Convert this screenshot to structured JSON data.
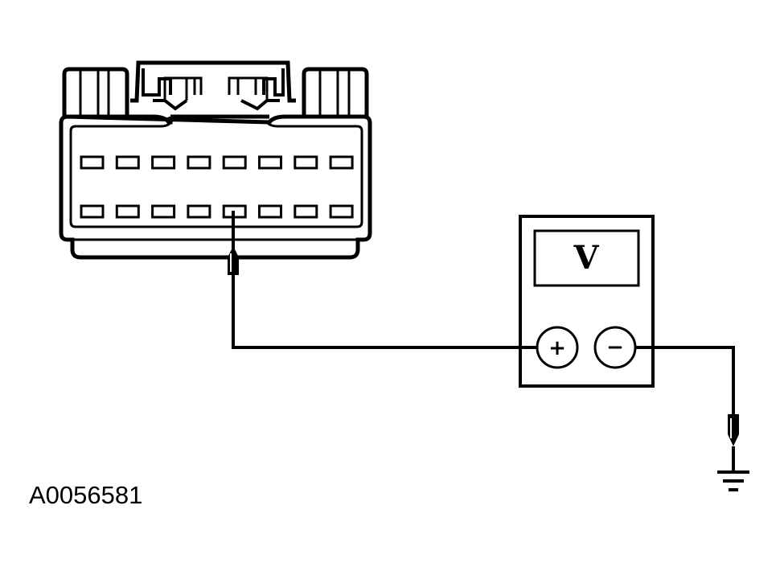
{
  "connector": {
    "rows": 2,
    "pins_per_row": 8,
    "probed_row": 2,
    "probed_pin": 5
  },
  "meter": {
    "symbol": "V",
    "positive_label": "+",
    "negative_label": "−"
  },
  "figure": {
    "id": "A0056581"
  },
  "colors": {
    "ink": "#000000",
    "background": "#ffffff"
  },
  "icons": [
    "probe-tip-icon",
    "ground-symbol-icon"
  ]
}
